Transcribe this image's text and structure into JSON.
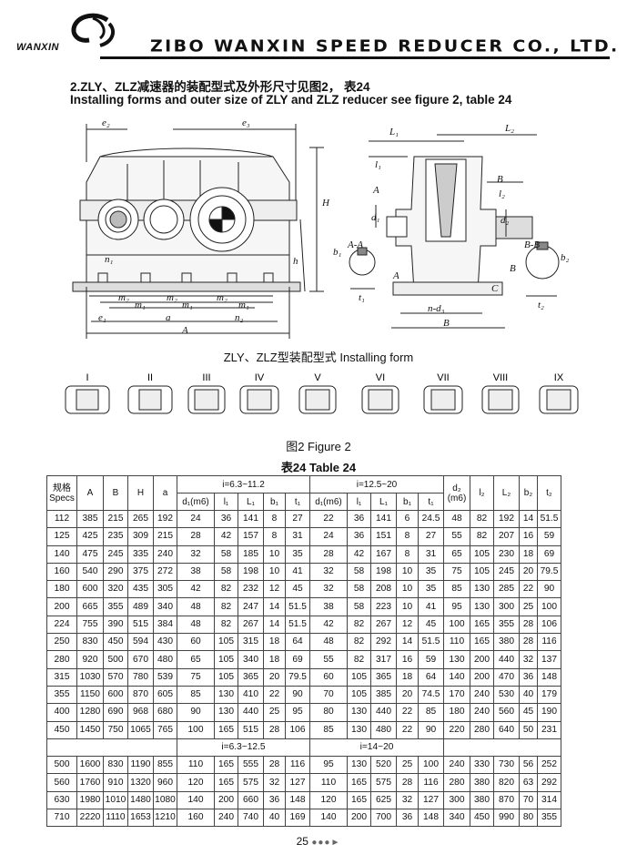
{
  "header": {
    "brand": "WANXIN",
    "company": "ZIBO WANXIN SPEED REDUCER CO., LTD."
  },
  "heading": {
    "cn": "2.ZLY、ZLZ减速器的装配型式及外形尺寸见图2， 表24",
    "en": "Installing forms and outer size of ZLY and ZLZ reducer see figure 2, table 24"
  },
  "drawing": {
    "front_labels": [
      "e₂",
      "e₃",
      "H",
      "h",
      "n₁",
      "m₂",
      "m₁",
      "m₂",
      "m₁",
      "m₂",
      "m₁",
      "e₁",
      "a",
      "n₂",
      "A"
    ],
    "side_labels": [
      "L₁",
      "L₂",
      "l₁",
      "l₂",
      "A",
      "A",
      "d₁",
      "d₂",
      "A-A",
      "b₁",
      "t₁",
      "n-d₃",
      "B",
      "B",
      "B",
      "B-B",
      "b₂",
      "t₂",
      "C"
    ],
    "form_caption": "ZLY、ZLZ型装配型式  Installing form",
    "forms": [
      "I",
      "II",
      "III",
      "IV",
      "V",
      "VI",
      "VII",
      "VIII",
      "IX"
    ]
  },
  "figure_caption": "图2  Figure 2",
  "table_caption": "表24  Table 24",
  "table": {
    "head": {
      "specs_cn": "规格",
      "specs_en": "Specs",
      "A": "A",
      "B": "B",
      "H": "H",
      "a": "a",
      "range1": "i=6.3~11.2",
      "range2": "i=12.5~20",
      "d2": "d₂",
      "m6": "(m6)",
      "l2": "l₂",
      "L2": "L₂",
      "b2": "b₂",
      "t2": "t₂",
      "sub": [
        "d₁(m6)",
        "l₁",
        "L₁",
        "b₁",
        "t₁",
        "d₁(m6)",
        "l₁",
        "L₁",
        "b₁",
        "t₁"
      ]
    },
    "rows1": [
      [
        "112",
        "385",
        "215",
        "265",
        "192",
        "24",
        "36",
        "141",
        "8",
        "27",
        "22",
        "36",
        "141",
        "6",
        "24.5",
        "48",
        "82",
        "192",
        "14",
        "51.5"
      ],
      [
        "125",
        "425",
        "235",
        "309",
        "215",
        "28",
        "42",
        "157",
        "8",
        "31",
        "24",
        "36",
        "151",
        "8",
        "27",
        "55",
        "82",
        "207",
        "16",
        "59"
      ],
      [
        "140",
        "475",
        "245",
        "335",
        "240",
        "32",
        "58",
        "185",
        "10",
        "35",
        "28",
        "42",
        "167",
        "8",
        "31",
        "65",
        "105",
        "230",
        "18",
        "69"
      ],
      [
        "160",
        "540",
        "290",
        "375",
        "272",
        "38",
        "58",
        "198",
        "10",
        "41",
        "32",
        "58",
        "198",
        "10",
        "35",
        "75",
        "105",
        "245",
        "20",
        "79.5"
      ],
      [
        "180",
        "600",
        "320",
        "435",
        "305",
        "42",
        "82",
        "232",
        "12",
        "45",
        "32",
        "58",
        "208",
        "10",
        "35",
        "85",
        "130",
        "285",
        "22",
        "90"
      ],
      [
        "200",
        "665",
        "355",
        "489",
        "340",
        "48",
        "82",
        "247",
        "14",
        "51.5",
        "38",
        "58",
        "223",
        "10",
        "41",
        "95",
        "130",
        "300",
        "25",
        "100"
      ],
      [
        "224",
        "755",
        "390",
        "515",
        "384",
        "48",
        "82",
        "267",
        "14",
        "51.5",
        "42",
        "82",
        "267",
        "12",
        "45",
        "100",
        "165",
        "355",
        "28",
        "106"
      ],
      [
        "250",
        "830",
        "450",
        "594",
        "430",
        "60",
        "105",
        "315",
        "18",
        "64",
        "48",
        "82",
        "292",
        "14",
        "51.5",
        "110",
        "165",
        "380",
        "28",
        "116"
      ],
      [
        "280",
        "920",
        "500",
        "670",
        "480",
        "65",
        "105",
        "340",
        "18",
        "69",
        "55",
        "82",
        "317",
        "16",
        "59",
        "130",
        "200",
        "440",
        "32",
        "137"
      ],
      [
        "315",
        "1030",
        "570",
        "780",
        "539",
        "75",
        "105",
        "365",
        "20",
        "79.5",
        "60",
        "105",
        "365",
        "18",
        "64",
        "140",
        "200",
        "470",
        "36",
        "148"
      ],
      [
        "355",
        "1150",
        "600",
        "870",
        "605",
        "85",
        "130",
        "410",
        "22",
        "90",
        "70",
        "105",
        "385",
        "20",
        "74.5",
        "170",
        "240",
        "530",
        "40",
        "179"
      ],
      [
        "400",
        "1280",
        "690",
        "968",
        "680",
        "90",
        "130",
        "440",
        "25",
        "95",
        "80",
        "130",
        "440",
        "22",
        "85",
        "180",
        "240",
        "560",
        "45",
        "190"
      ],
      [
        "450",
        "1450",
        "750",
        "1065",
        "765",
        "100",
        "165",
        "515",
        "28",
        "106",
        "85",
        "130",
        "480",
        "22",
        "90",
        "220",
        "280",
        "640",
        "50",
        "231"
      ]
    ],
    "mid_range1": "i=6.3~12.5",
    "mid_range2": "i=14~20",
    "rows2": [
      [
        "500",
        "1600",
        "830",
        "1190",
        "855",
        "110",
        "165",
        "555",
        "28",
        "116",
        "95",
        "130",
        "520",
        "25",
        "100",
        "240",
        "330",
        "730",
        "56",
        "252"
      ],
      [
        "560",
        "1760",
        "910",
        "1320",
        "960",
        "120",
        "165",
        "575",
        "32",
        "127",
        "110",
        "165",
        "575",
        "28",
        "116",
        "280",
        "380",
        "820",
        "63",
        "292"
      ],
      [
        "630",
        "1980",
        "1010",
        "1480",
        "1080",
        "140",
        "200",
        "660",
        "36",
        "148",
        "120",
        "165",
        "625",
        "32",
        "127",
        "300",
        "380",
        "870",
        "70",
        "314"
      ],
      [
        "710",
        "2220",
        "1110",
        "1653",
        "1210",
        "160",
        "240",
        "740",
        "40",
        "169",
        "140",
        "200",
        "700",
        "36",
        "148",
        "340",
        "450",
        "990",
        "80",
        "355"
      ]
    ]
  },
  "footer": {
    "page": "25"
  }
}
